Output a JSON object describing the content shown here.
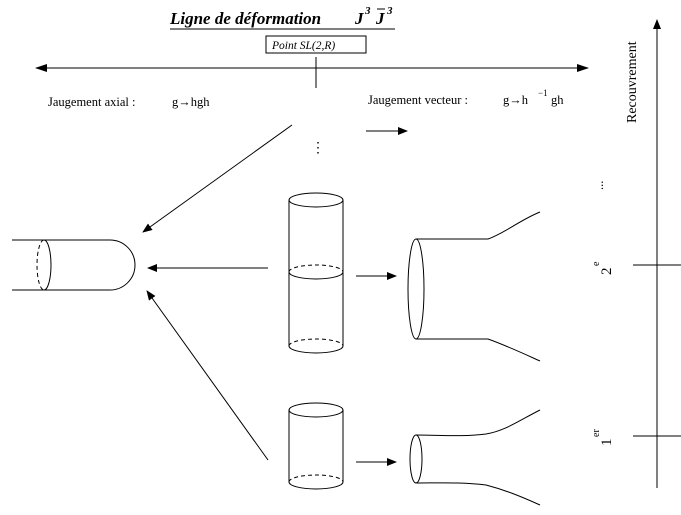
{
  "title": {
    "main": "Ligne de déformation",
    "j": "J",
    "jbar": "J",
    "exp": "3",
    "exp_bar": "3"
  },
  "point_label": "Point SL(2,R)",
  "gauges": {
    "axial_prefix": "Jaugement axial : ",
    "axial_formula": "g→hgh",
    "vector_prefix": "Jaugement vecteur : ",
    "vector_formula": "g→h",
    "vector_exp": "−1",
    "vector_formula_end": "gh"
  },
  "dots": "⋮",
  "right_axis": {
    "label": "Recouvrement",
    "ellipsis": "...",
    "second": "2",
    "second_sup": "e",
    "first": "1",
    "first_sup": "er"
  }
}
